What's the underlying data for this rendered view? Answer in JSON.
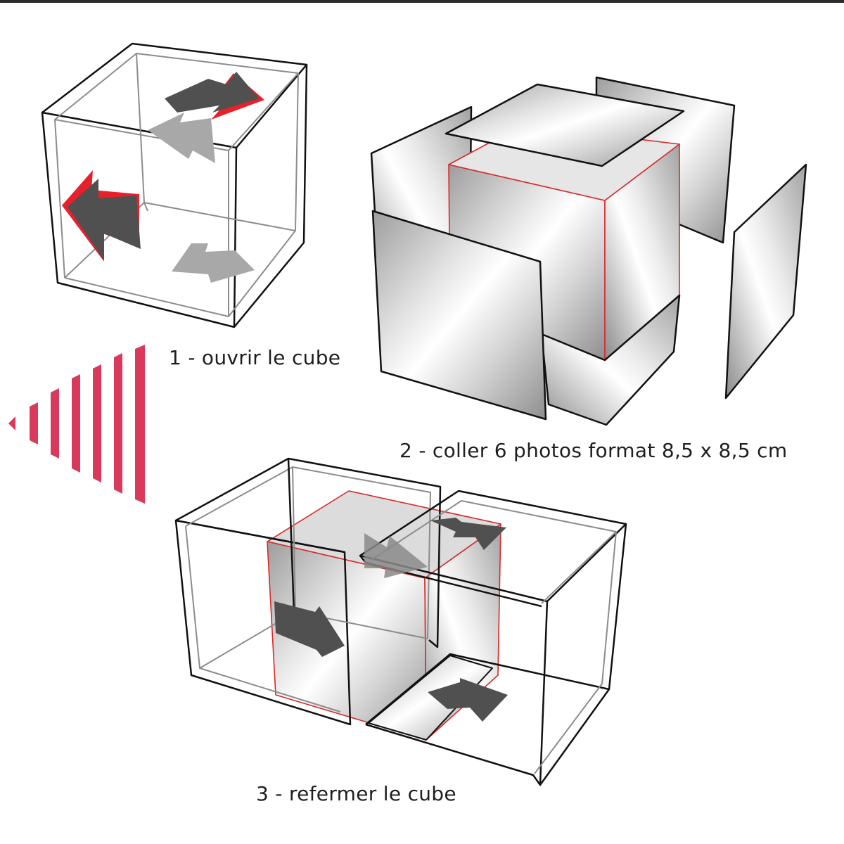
{
  "steps": [
    {
      "label": "1 - ouvrir le cube"
    },
    {
      "label": "2 - coller 6 photos format 8,5 x 8,5 cm"
    },
    {
      "label": "3 - refermer le cube"
    }
  ],
  "colors": {
    "accent_red": "#e8202a",
    "stripe_pink": "#d93a5c",
    "arrow_dark": "#505050",
    "arrow_light": "#a8a8a8",
    "outline": "#111111",
    "inner_outline": "#8c8c8c"
  }
}
